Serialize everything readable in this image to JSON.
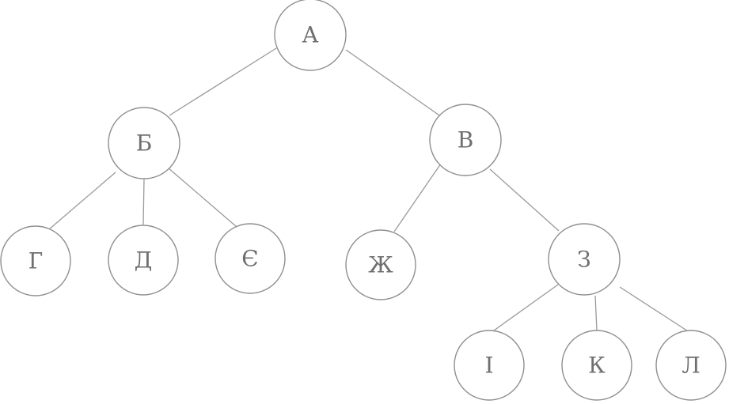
{
  "tree": {
    "nodes": [
      {
        "id": "a",
        "label": "А"
      },
      {
        "id": "b",
        "label": "Б"
      },
      {
        "id": "v",
        "label": "В"
      },
      {
        "id": "g",
        "label": "Г"
      },
      {
        "id": "d",
        "label": "Д"
      },
      {
        "id": "ye",
        "label": "Є"
      },
      {
        "id": "zh",
        "label": "Ж"
      },
      {
        "id": "z",
        "label": "З"
      },
      {
        "id": "i",
        "label": "І"
      },
      {
        "id": "k",
        "label": "К"
      },
      {
        "id": "l",
        "label": "Л"
      }
    ],
    "edges": [
      [
        "a",
        "b"
      ],
      [
        "a",
        "v"
      ],
      [
        "b",
        "g"
      ],
      [
        "b",
        "d"
      ],
      [
        "b",
        "ye"
      ],
      [
        "v",
        "zh"
      ],
      [
        "v",
        "z"
      ],
      [
        "z",
        "i"
      ],
      [
        "z",
        "k"
      ],
      [
        "z",
        "l"
      ]
    ]
  }
}
